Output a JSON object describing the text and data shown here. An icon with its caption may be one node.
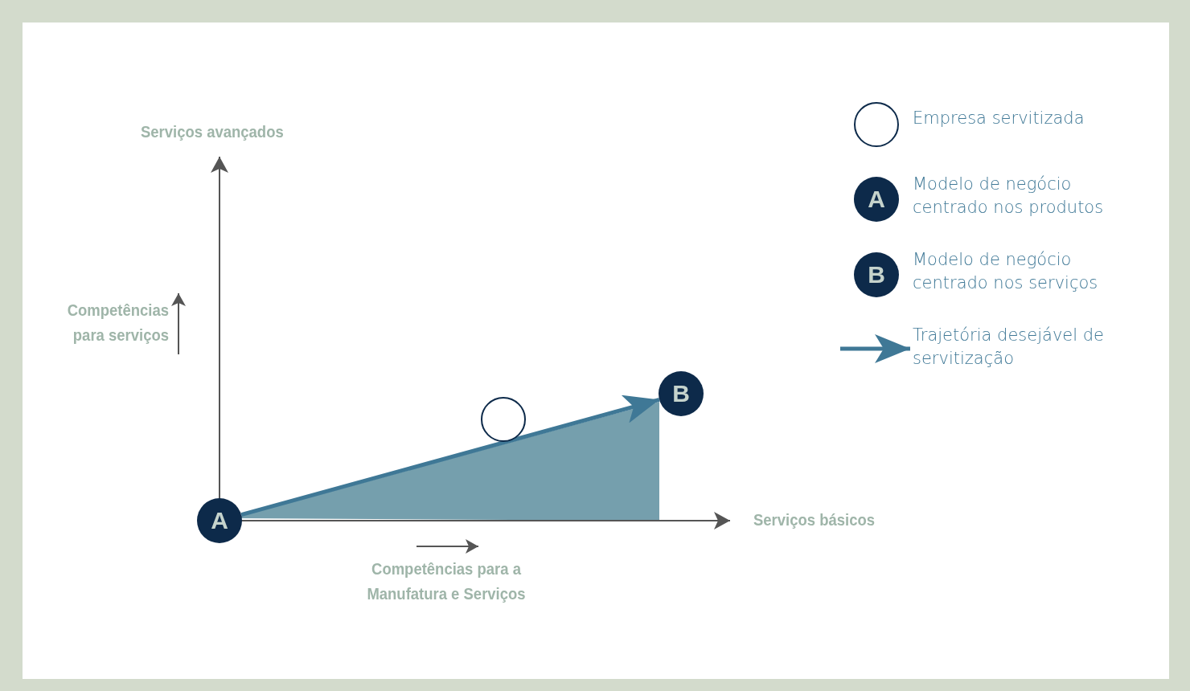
{
  "diagram": {
    "nodes": [
      {
        "text": [
          "A"
        ]
      },
      {
        "text": [
          "B"
        ]
      },
      {
        "text": [],
        "shape": "circle"
      }
    ],
    "edges": [
      {
        "from": 0,
        "to": 1,
        "arrow": "to"
      }
    ],
    "labels": [
      "Serviços avançados",
      "Competências para serviços",
      "Serviços básicos",
      "Competências para a Manufatura e Serviços",
      "A",
      "B"
    ],
    "legend": [
      {
        "text": "Empresa servitizada"
      },
      {
        "text": "Modelo de negócio centrado nos produtos"
      },
      {
        "text": "Modelo de negócio centrado nos serviços"
      },
      {
        "text": "Trajetória desejável de servitização"
      }
    ]
  }
}
